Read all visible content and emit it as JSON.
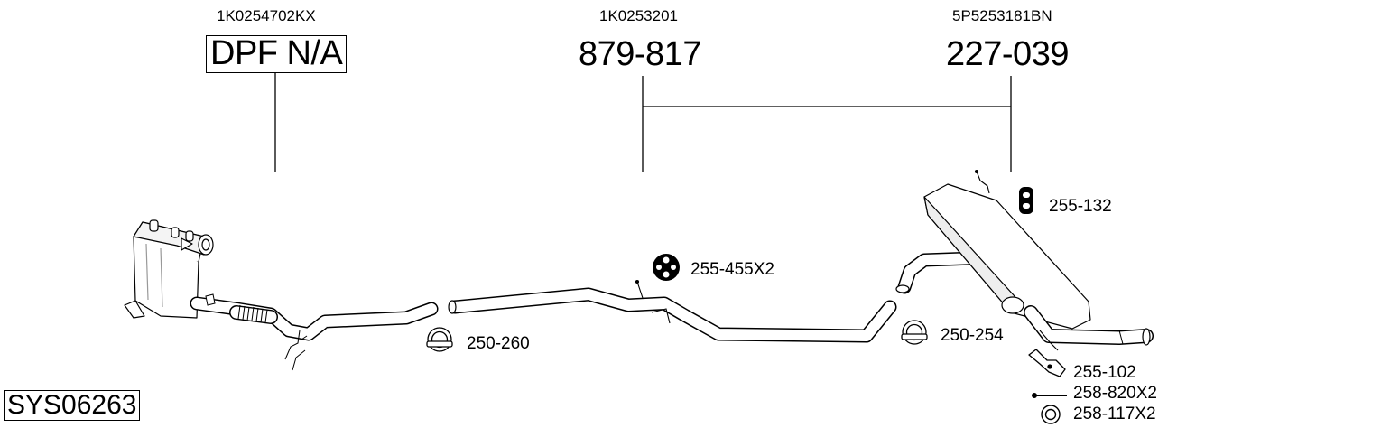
{
  "oe_numbers": [
    "1K0254702KX",
    "1K0253201",
    "5P5253181BN"
  ],
  "part_numbers": [
    "DPF N/A",
    "879-817",
    "227-039"
  ],
  "accessories": [
    "255-132",
    "255-455X2",
    "250-260",
    "250-254",
    "255-102",
    "258-820X2",
    "258-117X2"
  ],
  "system_code": "SYS06263"
}
